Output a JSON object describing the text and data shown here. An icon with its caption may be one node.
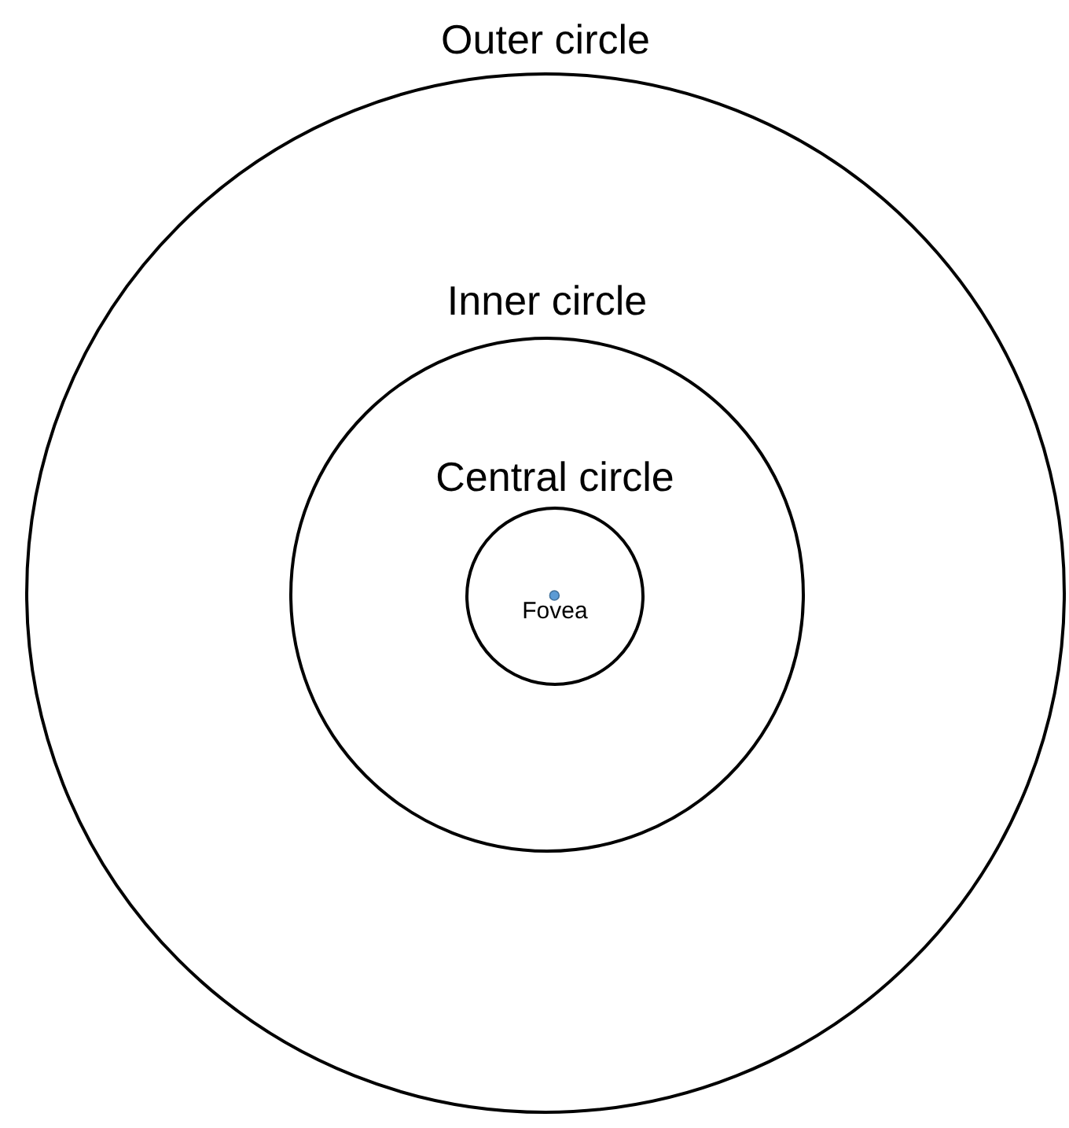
{
  "diagram": {
    "nodes": [
      {
        "text": [
          "Outer circle"
        ]
      },
      {
        "text": [
          "Inner circle"
        ],
        "in": 0
      },
      {
        "text": [
          "Central circle"
        ],
        "in": 1
      },
      {
        "text": [
          "Fovea"
        ],
        "in": 2
      }
    ]
  }
}
